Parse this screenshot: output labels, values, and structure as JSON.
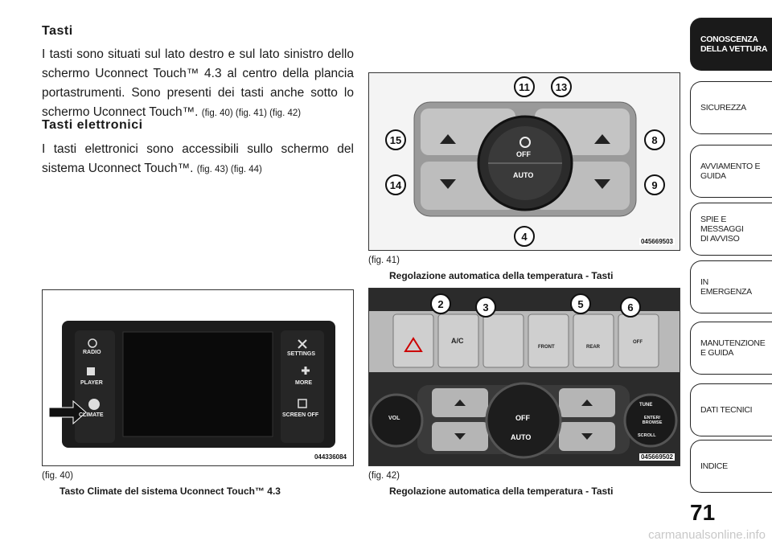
{
  "heading_tasti": "Tasti",
  "para_tasti": {
    "text": "I tasti sono situati sul lato destro e sul lato sinistro dello schermo Uconnect Touch™ 4.3 al centro della plancia portastrumenti. Sono presenti dei tasti anche sotto lo schermo Uconnect Touch™.",
    "refs": "(fig. 40) (fig. 41) (fig. 42)"
  },
  "heading_elettronici": "Tasti elettronici",
  "para_elettronici": {
    "text": "I tasti elettronici sono accessibili sullo schermo del sistema Uconnect Touch™.",
    "refs": "(fig. 43) (fig. 44)"
  },
  "fig40": {
    "label": "(fig. 40)",
    "caption": "Tasto Climate del sistema Uconnect Touch™ 4.3",
    "code": "044336084",
    "buttons": {
      "radio": "RADIO",
      "player": "PLAYER",
      "climate": "CLIMATE",
      "settings": "SETTINGS",
      "more": "MORE",
      "screen_off": "SCREEN OFF"
    }
  },
  "fig41": {
    "label": "(fig. 41)",
    "caption": "Regolazione automatica della temperatura - Tasti",
    "code": "045669503",
    "knob": {
      "off": "OFF",
      "auto": "AUTO"
    },
    "callouts": [
      "11",
      "13",
      "15",
      "8",
      "14",
      "9",
      "4"
    ]
  },
  "fig42": {
    "label": "(fig. 42)",
    "caption": "Regolazione automatica della temperatura - Tasti",
    "code": "045669502",
    "buttons": {
      "ac": "A/C",
      "front": "FRONT",
      "rear": "REAR",
      "off": "OFF",
      "vol": "VOL",
      "enter": "ENTER/\nBROWSE",
      "tune": "TUNE",
      "scroll": "SCROLL"
    },
    "knob": {
      "off": "OFF",
      "auto": "AUTO"
    },
    "callouts": [
      "2",
      "3",
      "5",
      "6"
    ]
  },
  "sidebar": {
    "tabs": [
      {
        "label": "CONOSCENZA\nDELLA VETTURA"
      },
      {
        "label": "SICUREZZA"
      },
      {
        "label": "AVVIAMENTO E\nGUIDA"
      },
      {
        "label": "SPIE E\nMESSAGGI\nDI AVVISO"
      },
      {
        "label": "IN\nEMERGENZA"
      },
      {
        "label": "MANUTENZIONE\nE GUIDA"
      },
      {
        "label": "DATI TECNICI"
      },
      {
        "label": "INDICE"
      }
    ]
  },
  "page_number": "71",
  "watermark": "carmanualsonline.info",
  "colors": {
    "panel_dark": "#2b2b2b",
    "panel_light": "#b9b9b9",
    "tab_active": "#1a1a1a"
  }
}
